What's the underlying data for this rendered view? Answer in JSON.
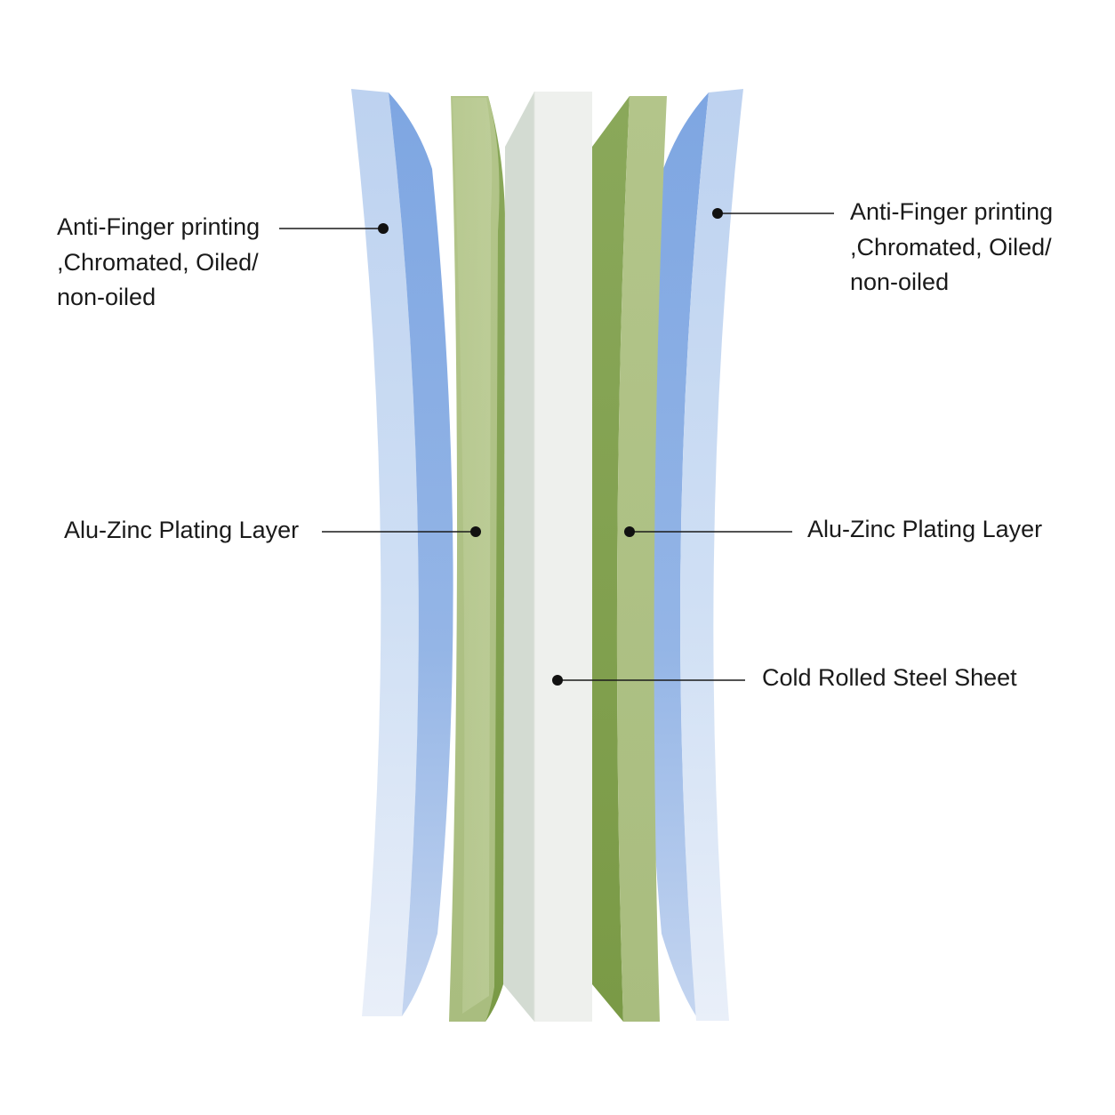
{
  "diagram": {
    "labels": {
      "anti_finger_left": {
        "lines": [
          "Anti-Finger printing",
          ",Chromated, Oiled/",
          "non-oiled"
        ]
      },
      "anti_finger_right": {
        "lines": [
          "Anti-Finger printing",
          ",Chromated, Oiled/",
          "non-oiled"
        ]
      },
      "alu_zinc_left": "Alu-Zinc Plating Layer",
      "alu_zinc_right": "Alu-Zinc Plating Layer",
      "cold_rolled": "Cold Rolled Steel Sheet"
    },
    "colors": {
      "coating_light": "#c5d7f0",
      "coating_dark": "#82a9e2",
      "alu_zinc_light": "#bccb96",
      "alu_zinc_dark": "#7f9f4e",
      "steel_face": "#eff0ee",
      "steel_side": "#d4dcd3",
      "leader_line": "#1a1a1a"
    }
  }
}
